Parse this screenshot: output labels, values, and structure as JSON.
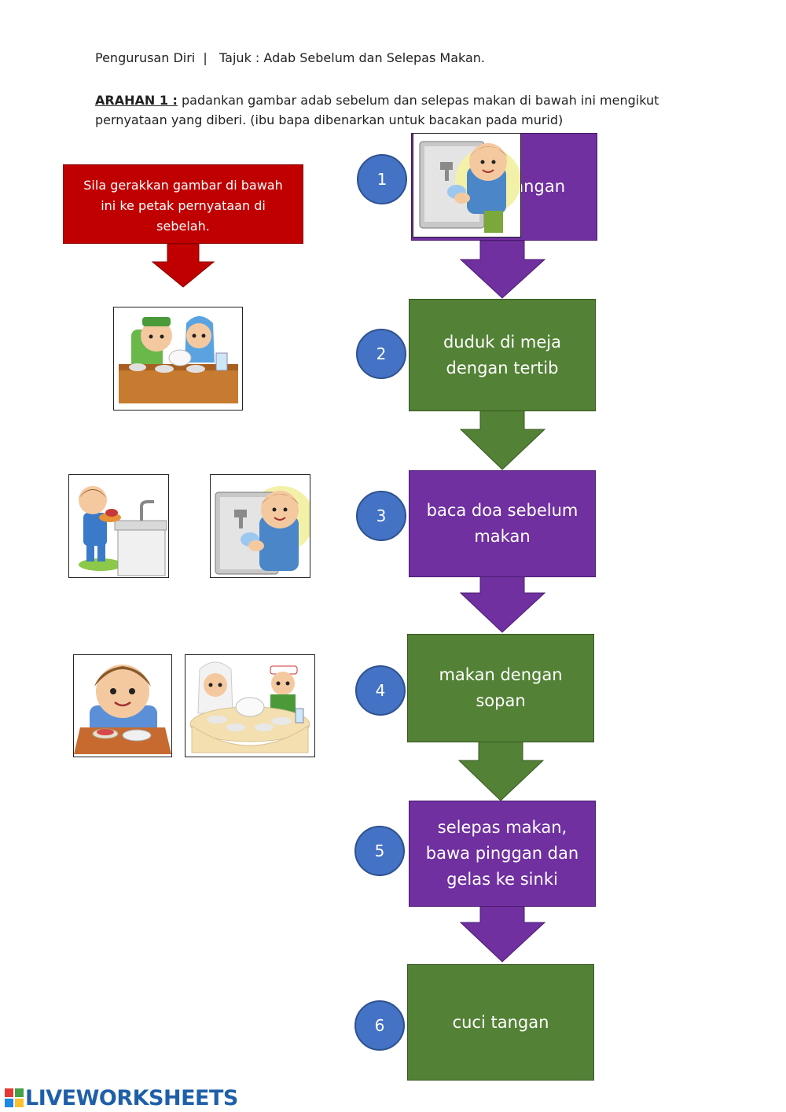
{
  "header": {
    "text": "Pengurusan Diri  |   Tajuk : Adab Sebelum dan Selepas Makan."
  },
  "instruction": {
    "label": "ARAHAN 1 :",
    "text": "padankan gambar adab sebelum dan selepas makan di bawah ini mengikut pernyataan yang diberi. (ibu bapa dibenarkan untuk bacakan pada murid)"
  },
  "hint": {
    "text": "Sila gerakkan gambar di bawah ini ke petak pernyataan di sebelah."
  },
  "steps": [
    {
      "num": "1",
      "label": "angan",
      "color": "#7030a0"
    },
    {
      "num": "2",
      "label": "duduk di meja dengan tertib",
      "color": "#538135"
    },
    {
      "num": "3",
      "label": "baca doa sebelum makan",
      "color": "#7030a0"
    },
    {
      "num": "4",
      "label": "makan dengan sopan",
      "color": "#538135"
    },
    {
      "num": "5",
      "label": "selepas makan, bawa pinggan dan gelas ke sinki",
      "color": "#7030a0"
    },
    {
      "num": "6",
      "label": "cuci tangan",
      "color": "#538135"
    }
  ],
  "cards": {
    "wash_hands_placed": "wash-hands-picture",
    "praying_pair": "praying-children-picture",
    "dishes_to_sink": "dishes-to-sink-picture",
    "wash_hands": "wash-hands-picture",
    "eating_boy": "eating-boy-picture",
    "sitting_table": "sitting-at-table-picture"
  },
  "footer": {
    "brand": "LIVEWORKSHEETS"
  }
}
